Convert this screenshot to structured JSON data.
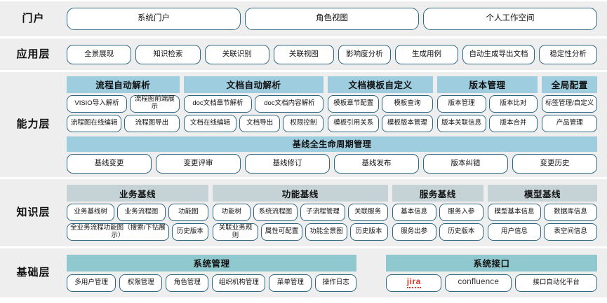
{
  "colors": {
    "band_bg": "#eeeeee",
    "pill_border": "#2e6781",
    "header_blue": "#9ecde0",
    "header_gray": "#c6d3d6",
    "header_teal": "#8fc9cf",
    "jira_red": "#d4392b"
  },
  "layers": [
    {
      "id": "portal",
      "label": "门户",
      "items": [
        "系统门户",
        "角色视图",
        "个人工作空间"
      ]
    },
    {
      "id": "application",
      "label": "应用层",
      "items": [
        "全景展现",
        "知识检索",
        "关联识别",
        "关联视图",
        "影响度分析",
        "生成用例",
        "自动生成导出文档",
        "稳定性分析"
      ]
    },
    {
      "id": "capability",
      "label": "能力层",
      "groups": [
        {
          "title": "流程自动解析",
          "rows": [
            [
              "VISIO导入解析",
              "流程图前端展示"
            ],
            [
              "流程图在线编辑",
              "流程图导出"
            ]
          ]
        },
        {
          "title": "文档自动解析",
          "rows": [
            [
              "doc文档章节解析",
              "doc文档内容解析"
            ],
            [
              "文档在线编辑",
              "文档导出",
              "权限控制"
            ]
          ]
        },
        {
          "title": "文档模板自定义",
          "rows": [
            [
              "模板章节配置",
              "模板查询"
            ],
            [
              "模板引用关系",
              "模板版本管理"
            ]
          ]
        },
        {
          "title": "版本管理",
          "rows": [
            [
              "版本管理",
              "版本比对"
            ],
            [
              "版本关联信息",
              "版本合并"
            ]
          ]
        },
        {
          "title": "全局配置",
          "rows": [
            [
              "标签管理/自定义"
            ],
            [
              "产品管理"
            ]
          ]
        }
      ],
      "full_width_group": {
        "title": "基线全生命周期管理",
        "items": [
          "基线变更",
          "变更评审",
          "基线修订",
          "基线发布",
          "版本纠错",
          "变更历史"
        ]
      }
    },
    {
      "id": "knowledge",
      "label": "知识层",
      "groups": [
        {
          "title": "业务基线",
          "rows": [
            [
              "业务基线树",
              "业务流程图",
              "功能图"
            ],
            [
              "全业务流程功能图（搜索/下钻展示）",
              "历史版本"
            ]
          ]
        },
        {
          "title": "功能基线",
          "rows": [
            [
              "功能树",
              "系统流程图",
              "子流程管理",
              "关联服务"
            ],
            [
              "关联业务规则",
              "属性可配置",
              "功能全景图",
              "历史版本"
            ]
          ]
        },
        {
          "title": "服务基线",
          "rows": [
            [
              "基本信息",
              "服务入参"
            ],
            [
              "服务出参",
              "历史版本"
            ]
          ]
        },
        {
          "title": "模型基线",
          "rows": [
            [
              "模型基本信息",
              "数据库信息"
            ],
            [
              "用户信息",
              "表空间信息"
            ]
          ]
        }
      ]
    },
    {
      "id": "foundation",
      "label": "基础层",
      "groups": [
        {
          "title": "系统管理",
          "items": [
            "多用户管理",
            "权限管理",
            "角色管理",
            "组织机构管理",
            "菜单管理",
            "操作日志"
          ]
        },
        {
          "title": "系统接口",
          "items": [
            "jira",
            "confluence",
            "接口自动化平台"
          ]
        }
      ]
    }
  ]
}
